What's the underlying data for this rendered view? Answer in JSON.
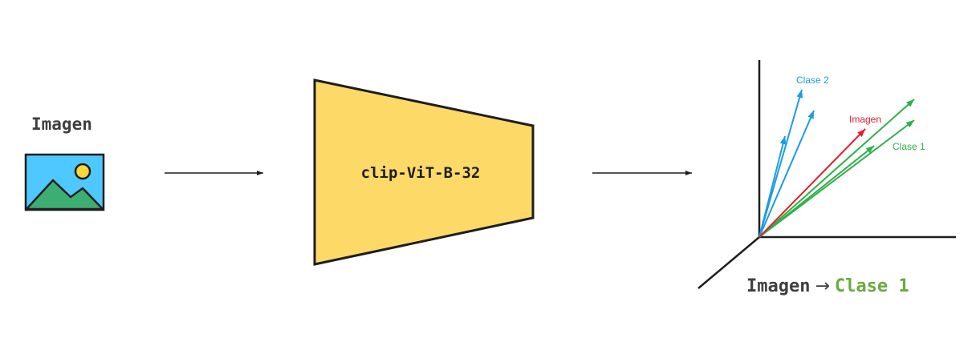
{
  "input": {
    "label": "Imagen",
    "icon": "image-icon"
  },
  "model": {
    "name": "clip-ViT-B-32",
    "fill_color": "#fdd968",
    "stroke_color": "#1e1e1e"
  },
  "embedding_space": {
    "labels": {
      "class2": "Clase 2",
      "image": "Imagen",
      "class1": "Clase 1"
    },
    "colors": {
      "class2": "#1c9be6",
      "image": "#e0202f",
      "class1": "#2fb04a",
      "axes": "#1e1e1e"
    }
  },
  "result": {
    "input_label": "Imagen",
    "arrow": "→",
    "class_label": "Clase 1",
    "input_color": "#3f3f3f",
    "class_color": "#6aaa3e"
  }
}
